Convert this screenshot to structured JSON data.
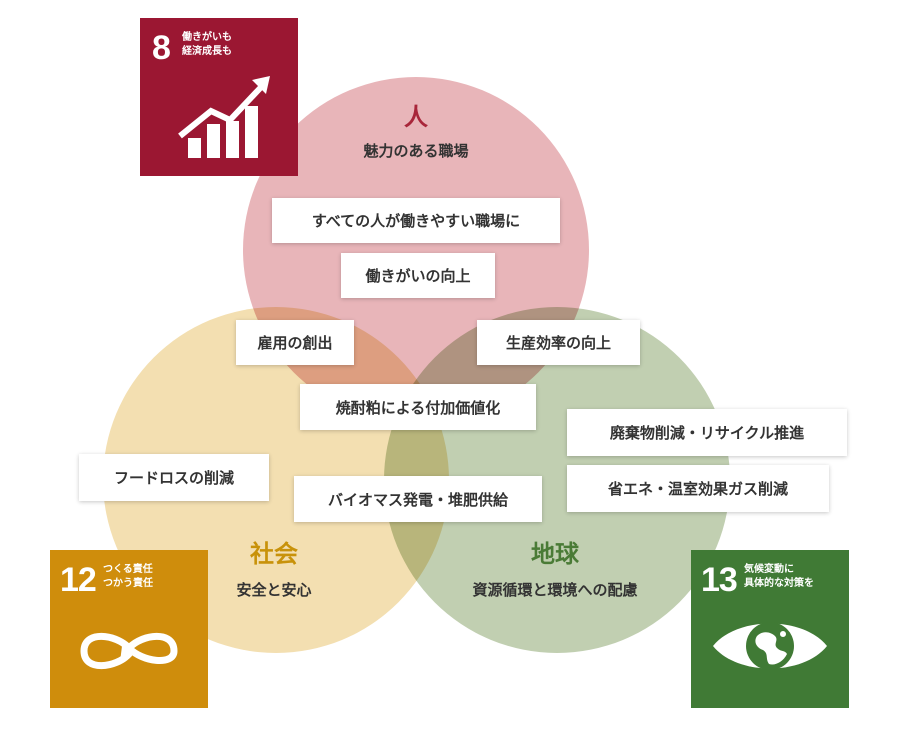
{
  "colors": {
    "people": "#e8b5b9",
    "society": "#f3dfb1",
    "earth": "#c1cfb1",
    "people_title": "#a8263a",
    "society_title": "#c8920a",
    "earth_title": "#4a7b36",
    "goal8": "#9b1732",
    "goal12": "#cf8d0c",
    "goal13": "#407a35"
  },
  "circles": {
    "people": {
      "title": "人",
      "subtitle": "魅力のある職場"
    },
    "society": {
      "title": "社会",
      "subtitle": "安全と安心"
    },
    "earth": {
      "title": "地球",
      "subtitle": "資源循環と環境への配慮"
    }
  },
  "labels": {
    "people_workplace": "すべての人が働きやすい職場に",
    "job_satisfaction": "働きがいの向上",
    "job_creation": "雇用の創出",
    "productivity": "生産効率の向上",
    "shochu_value": "焼酎粕による付加価値化",
    "waste_recycling": "廃棄物削減・リサイクル推進",
    "energy_ghg": "省エネ・温室効果ガス削減",
    "food_loss": "フードロスの削減",
    "biomass": "バイオマス発電・堆肥供給"
  },
  "goals": {
    "goal8": {
      "number": "8",
      "line1": "働きがいも",
      "line2": "経済成長も",
      "icon": "growth-chart-icon"
    },
    "goal12": {
      "number": "12",
      "line1": "つくる責任",
      "line2": "つかう責任",
      "icon": "infinity-loop-icon"
    },
    "goal13": {
      "number": "13",
      "line1": "気候変動に",
      "line2": "具体的な対策を",
      "icon": "eye-globe-icon"
    }
  }
}
